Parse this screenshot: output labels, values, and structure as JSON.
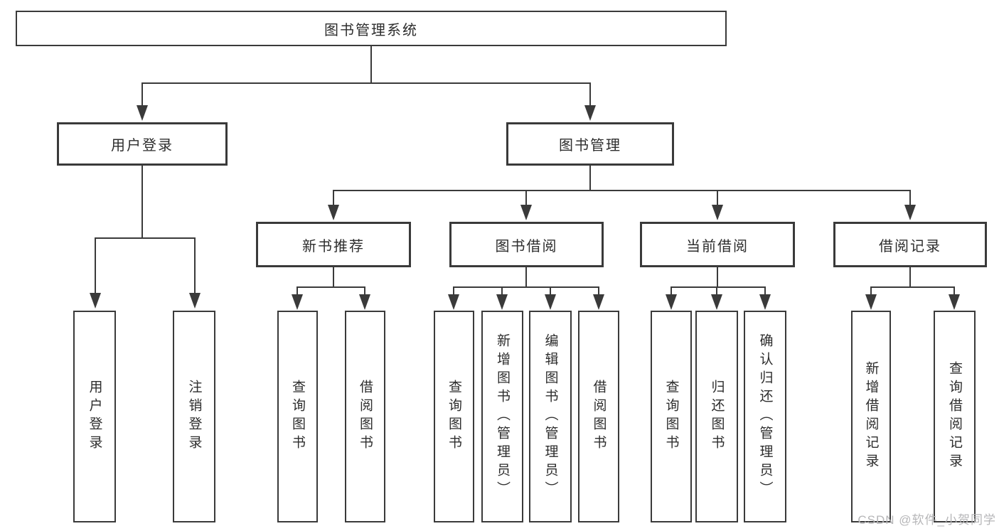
{
  "tree": {
    "label": "图书管理系统",
    "children": [
      {
        "label": "用户登录",
        "children": [
          {
            "label": "用户登录"
          },
          {
            "label": "注销登录"
          }
        ]
      },
      {
        "label": "图书管理",
        "children": [
          {
            "label": "新书推荐",
            "children": [
              {
                "label": "查询图书"
              },
              {
                "label": "借阅图书"
              }
            ]
          },
          {
            "label": "图书借阅",
            "children": [
              {
                "label": "查询图书"
              },
              {
                "label": "新增图书（管理员）"
              },
              {
                "label": "编辑图书（管理员）"
              },
              {
                "label": "借阅图书"
              }
            ]
          },
          {
            "label": "当前借阅",
            "children": [
              {
                "label": "查询图书"
              },
              {
                "label": "归还图书"
              },
              {
                "label": "确认归还（管理员）"
              }
            ]
          },
          {
            "label": "借阅记录",
            "children": [
              {
                "label": "新增借阅记录"
              },
              {
                "label": "查询借阅记录"
              }
            ]
          }
        ]
      }
    ]
  },
  "watermark": "CSDN @软件_小贺同学",
  "colors": {
    "line": "#3a3a3a",
    "text": "#2d2d2d",
    "watermark": "#b6b6b8",
    "background": "#ffffff"
  }
}
